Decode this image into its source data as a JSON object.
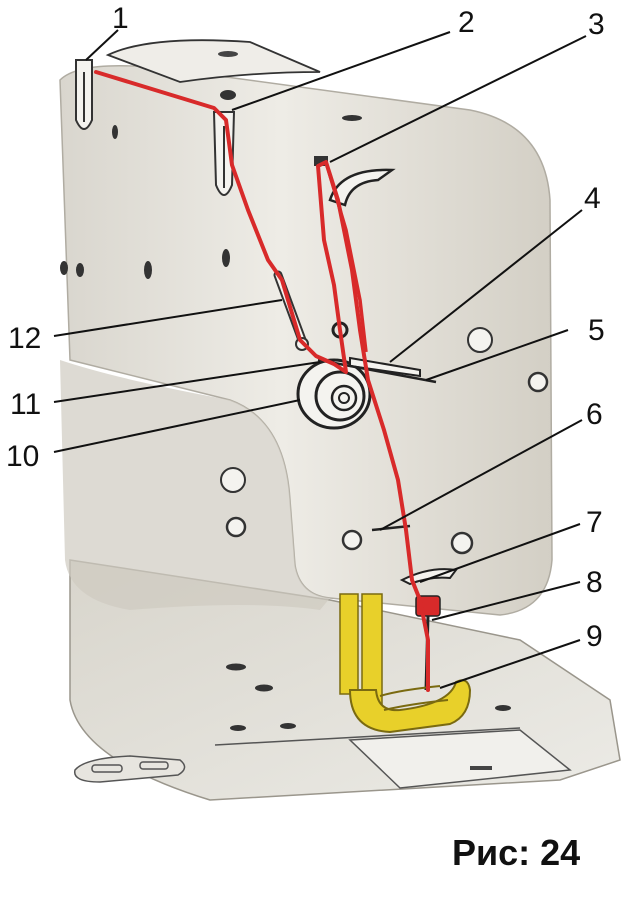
{
  "figure": {
    "caption": "Рис: 24",
    "labels": [
      "1",
      "2",
      "3",
      "4",
      "5",
      "6",
      "7",
      "8",
      "9",
      "10",
      "11",
      "12"
    ]
  },
  "colors": {
    "thread": "#d82a2a",
    "body": "#e9e6df",
    "body_shadow": "#c8c4ba",
    "presser_foot": "#e8d02a",
    "outline": "#3a3a3a"
  }
}
